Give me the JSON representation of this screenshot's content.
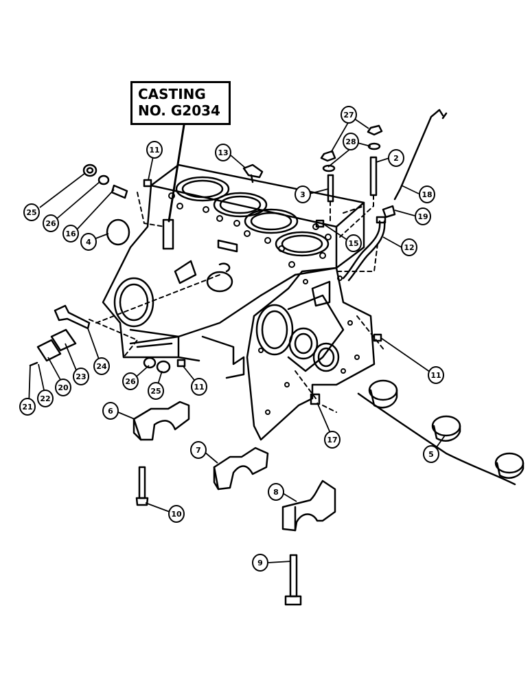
{
  "casting_label": {
    "line1": "CASTING",
    "line2": "NO. G2034"
  },
  "callouts": [
    "2",
    "3",
    "4",
    "5",
    "6",
    "7",
    "8",
    "9",
    "10",
    "11",
    "11",
    "11",
    "12",
    "13",
    "15",
    "16",
    "17",
    "18",
    "19",
    "20",
    "21",
    "22",
    "23",
    "24",
    "25",
    "25",
    "26",
    "26",
    "27",
    "28"
  ]
}
